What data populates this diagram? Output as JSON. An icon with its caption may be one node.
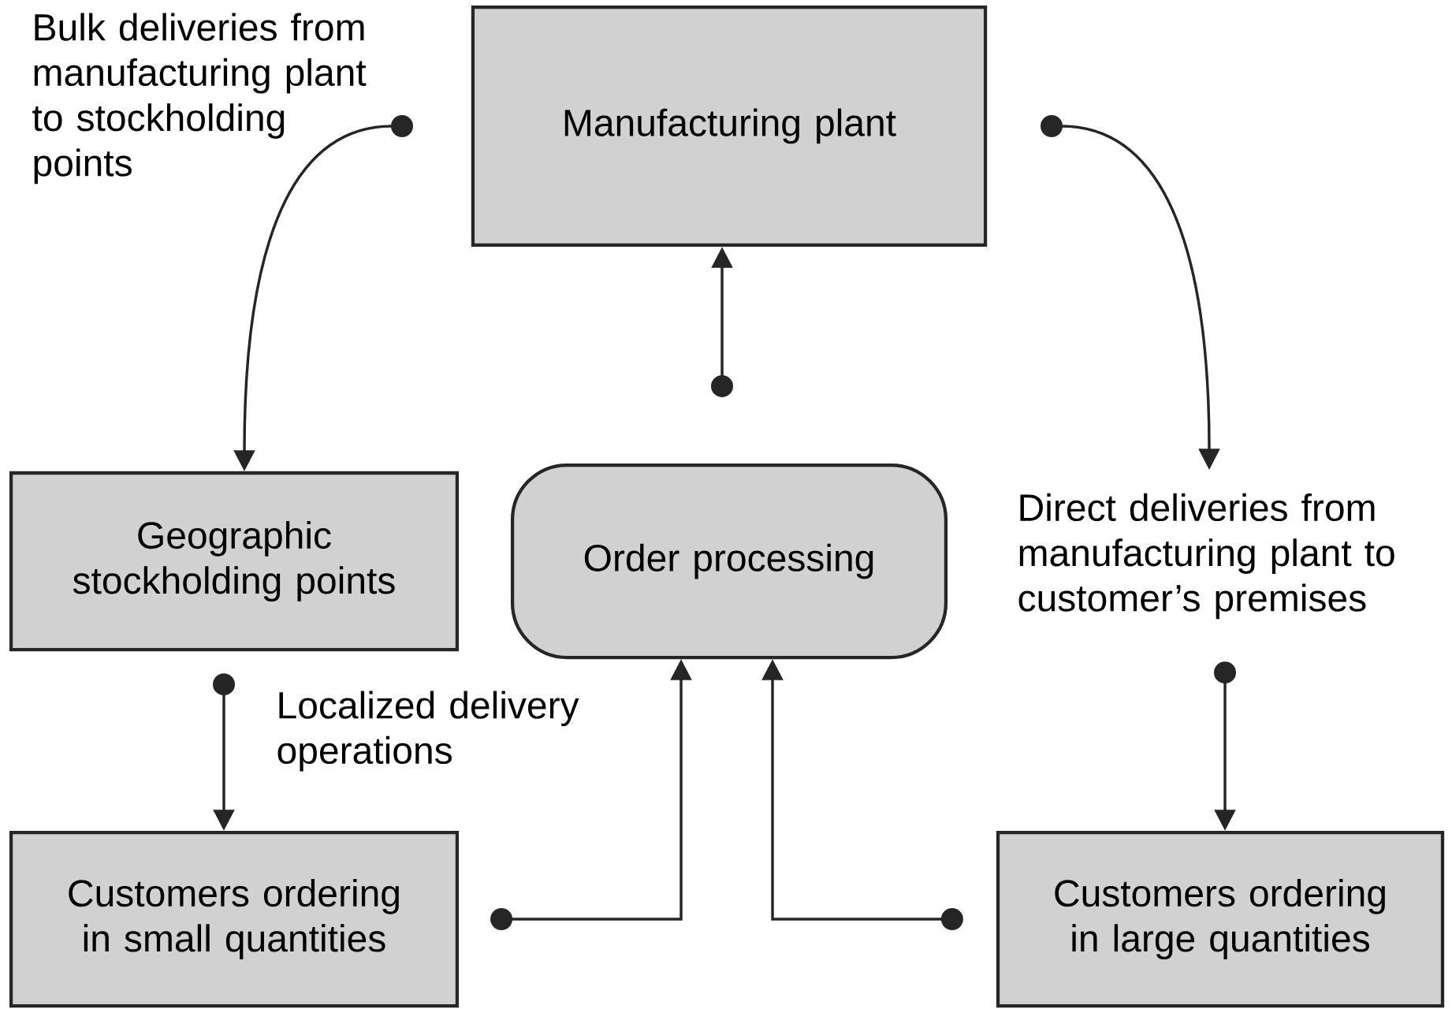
{
  "diagram": {
    "nodes": [
      {
        "text": [
          "Manufacturing plant"
        ]
      },
      {
        "text": [
          "Geographic stockholding points"
        ]
      },
      {
        "text": [
          "Order processing"
        ]
      },
      {
        "text": [
          "Customers ordering in small quantities"
        ]
      },
      {
        "text": [
          "Customers ordering in large quantities"
        ]
      },
      {
        "text": [
          "Direct deliveries from manufacturing plant to customer’s premises"
        ]
      }
    ],
    "edges": [
      {
        "from": 0,
        "to": 1,
        "arrow": "to",
        "label": "Bulk deliveries from manufacturing plant to stockholding points"
      },
      {
        "from": 0,
        "to": 5,
        "arrow": "to"
      },
      {
        "from": 5,
        "to": 4,
        "arrow": "to"
      },
      {
        "from": 1,
        "to": 3,
        "arrow": "to",
        "label": "Localized delivery operations"
      },
      {
        "from": 2,
        "to": 0,
        "arrow": "to"
      },
      {
        "from": 3,
        "to": 2,
        "arrow": "to"
      },
      {
        "from": 4,
        "to": 2,
        "arrow": "to"
      }
    ]
  }
}
